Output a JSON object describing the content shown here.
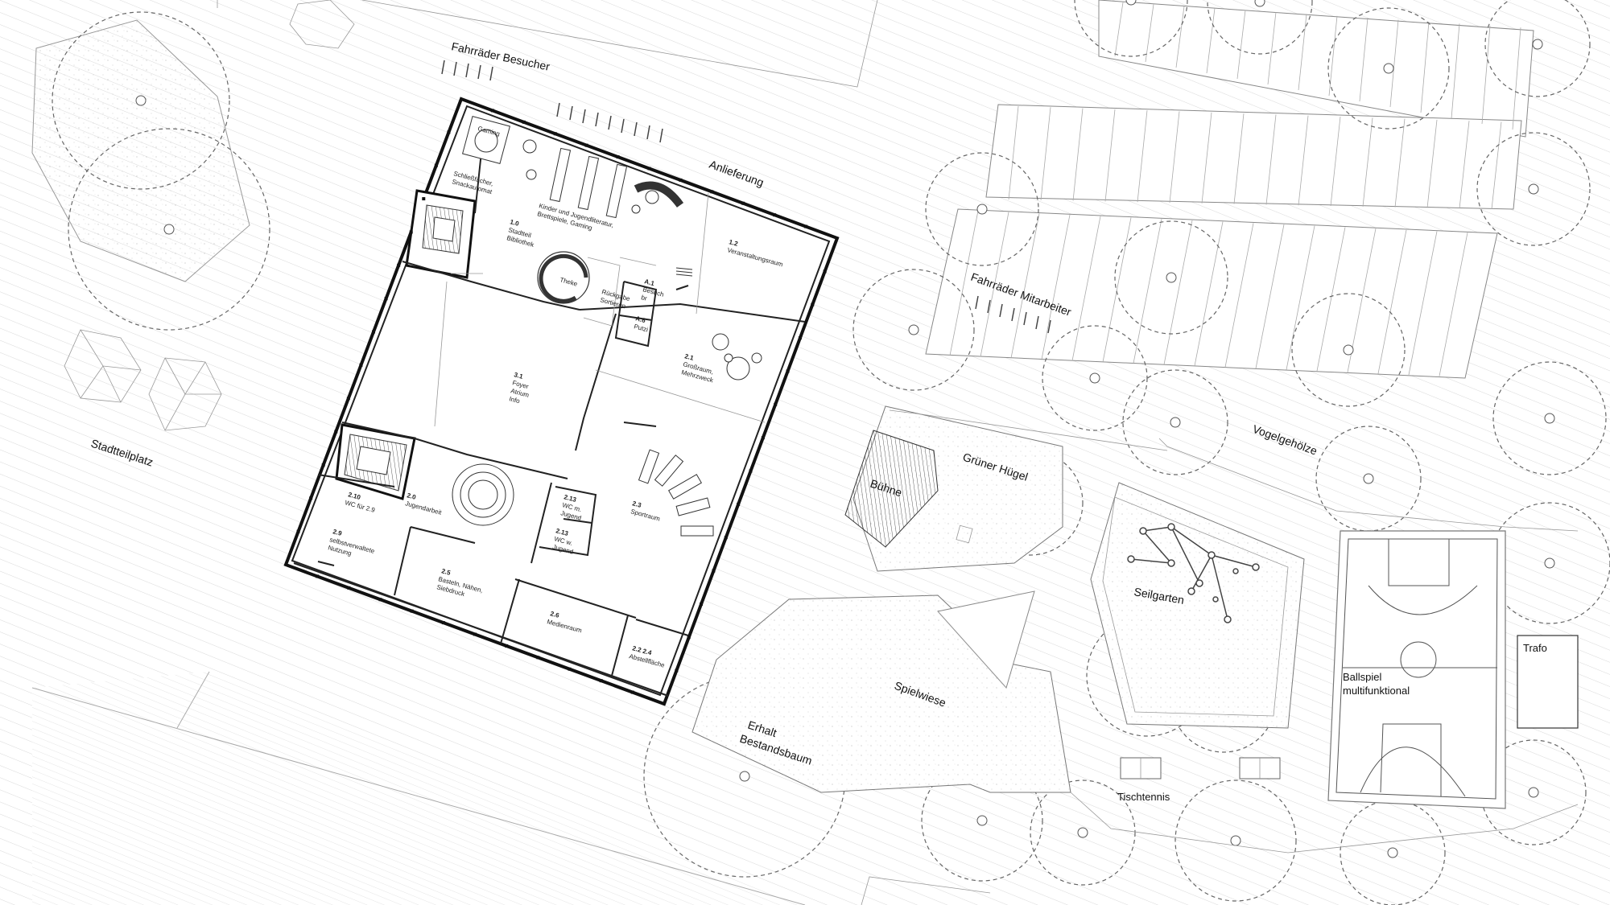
{
  "labels": {
    "stadtteilplatz": "Stadtteilplatz",
    "fahrraeder_besucher": "Fahrräder Besucher",
    "anlieferung": "Anlieferung",
    "fahrraeder_mitarbeiter": "Fahrräder Mitarbeiter",
    "vogelgehoelze": "Vogelgehölze",
    "gruener_huegel": "Grüner Hügel",
    "buehne": "Bühne",
    "seilgarten": "Seilgarten",
    "spielwiese": "Spielwiese",
    "erhalt_1": "Erhalt",
    "erhalt_2": "Bestandsbaum",
    "tischtennis": "Tischtennis",
    "ballspiel_1": "Ballspiel",
    "ballspiel_2": "multifunktional",
    "trafo": "Trafo"
  },
  "rooms": {
    "gaming": "Gaming",
    "schliess_1": "Schließfächer,",
    "schliess_2": "Snackautomat",
    "r10_num": "1.0",
    "r10_a": "Stadtteil",
    "r10_b": "Bibliothek",
    "kinder_1": "Kinder und Jugendliteratur,",
    "kinder_2": "Brettspiele, Gaming",
    "r12_num": "1.2",
    "r12_a": "Veranstaltungsraum",
    "theke": "Theke",
    "rueck_1": "Rückgabe",
    "rueck_2": "Sortieren",
    "a1_num": "A.1",
    "a1_a": "Besuch",
    "a1_b": "br",
    "a6_num": "A.6",
    "a6_a": "Putzi",
    "r21_num": "2.1",
    "r21_a": "Großraum,",
    "r21_b": "Mehrzweck",
    "r31_num": "3.1",
    "r31_a": "Foyer",
    "r31_b": "Atrium",
    "r31_c": "Info",
    "r20_num": "2.0",
    "r20_a": "Jugendarbeit",
    "r210_num": "2.10",
    "r210_a": "WC für 2.9",
    "r29_num": "2.9",
    "r29_a": "selbstverwaltete",
    "r29_b": "Nutzung",
    "r213a_num": "2.13",
    "r213a_a": "WC m.",
    "r213a_b": "Jugend",
    "r213b_num": "2.13",
    "r213b_a": "WC w.",
    "r213b_b": "Jugend",
    "r23_num": "2.3",
    "r23_a": "Sportraum",
    "r25_num": "2.5",
    "r25_a": "Basteln, Nähen,",
    "r25_b": "Siebdruck",
    "r26_num": "2.6",
    "r26_a": "Medienraum",
    "r224_num": "2.2 2.4",
    "r224_a": "Abstellfläche"
  }
}
